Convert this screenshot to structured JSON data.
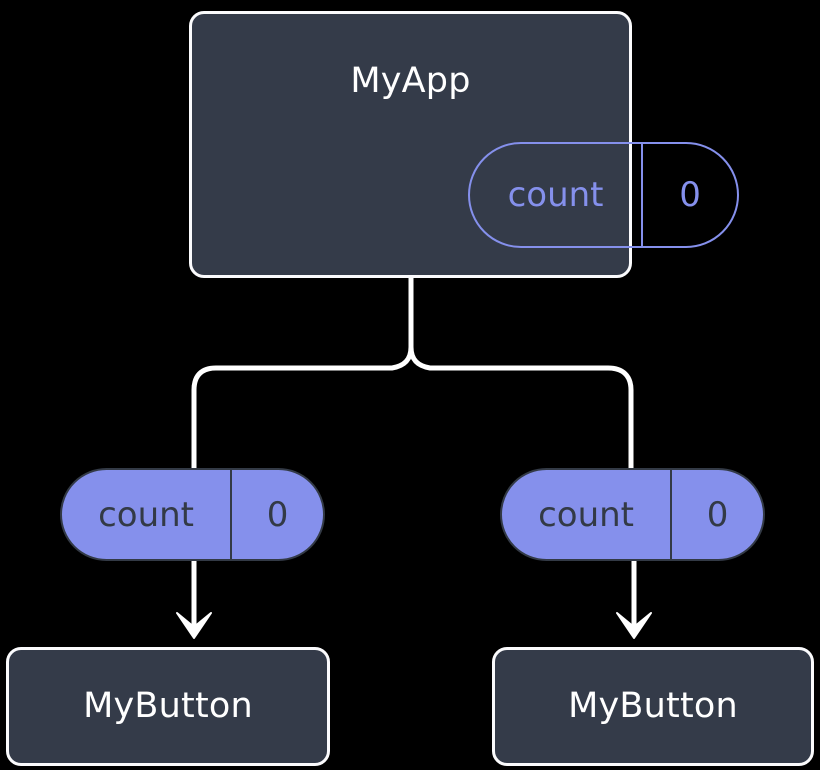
{
  "diagram": {
    "type": "component-tree",
    "background_color": "#000000",
    "colors": {
      "box_fill": "#343b49",
      "box_border": "#fbfbfd",
      "accent_purple": "#8590ec",
      "connector": "#ffffff",
      "title_text": "#ffffff",
      "pill_dark_text": "#333a46"
    }
  },
  "root": {
    "title": "MyApp",
    "state_pill": {
      "key": "count",
      "value": "0",
      "style": "outlined"
    }
  },
  "props": [
    {
      "key": "count",
      "value": "0",
      "style": "filled",
      "side": "left"
    },
    {
      "key": "count",
      "value": "0",
      "style": "filled",
      "side": "right"
    }
  ],
  "children": [
    {
      "title": "MyButton",
      "side": "left"
    },
    {
      "title": "MyButton",
      "side": "right"
    }
  ]
}
